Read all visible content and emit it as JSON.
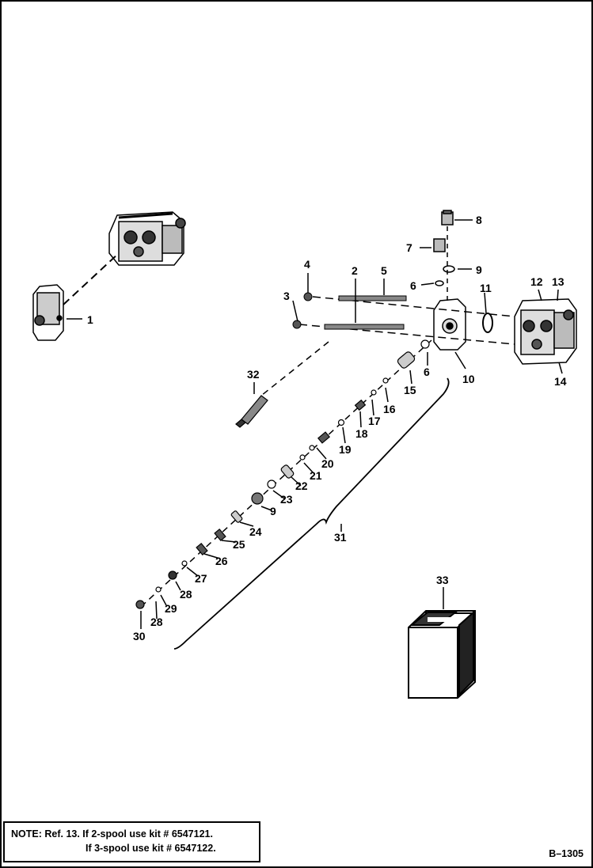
{
  "diagram": {
    "callouts": [
      "1",
      "2",
      "3",
      "4",
      "5",
      "6",
      "6",
      "7",
      "8",
      "9",
      "9",
      "10",
      "11",
      "12",
      "13",
      "14",
      "15",
      "16",
      "17",
      "18",
      "19",
      "20",
      "21",
      "22",
      "23",
      "24",
      "25",
      "26",
      "27",
      "28",
      "28",
      "29",
      "30",
      "31",
      "32",
      "33"
    ]
  },
  "note": {
    "line1": "NOTE: Ref. 13. If 2-spool use kit # 6547121.",
    "line2": "If 3-spool use kit # 6547122."
  },
  "figure_id": "B–1305"
}
